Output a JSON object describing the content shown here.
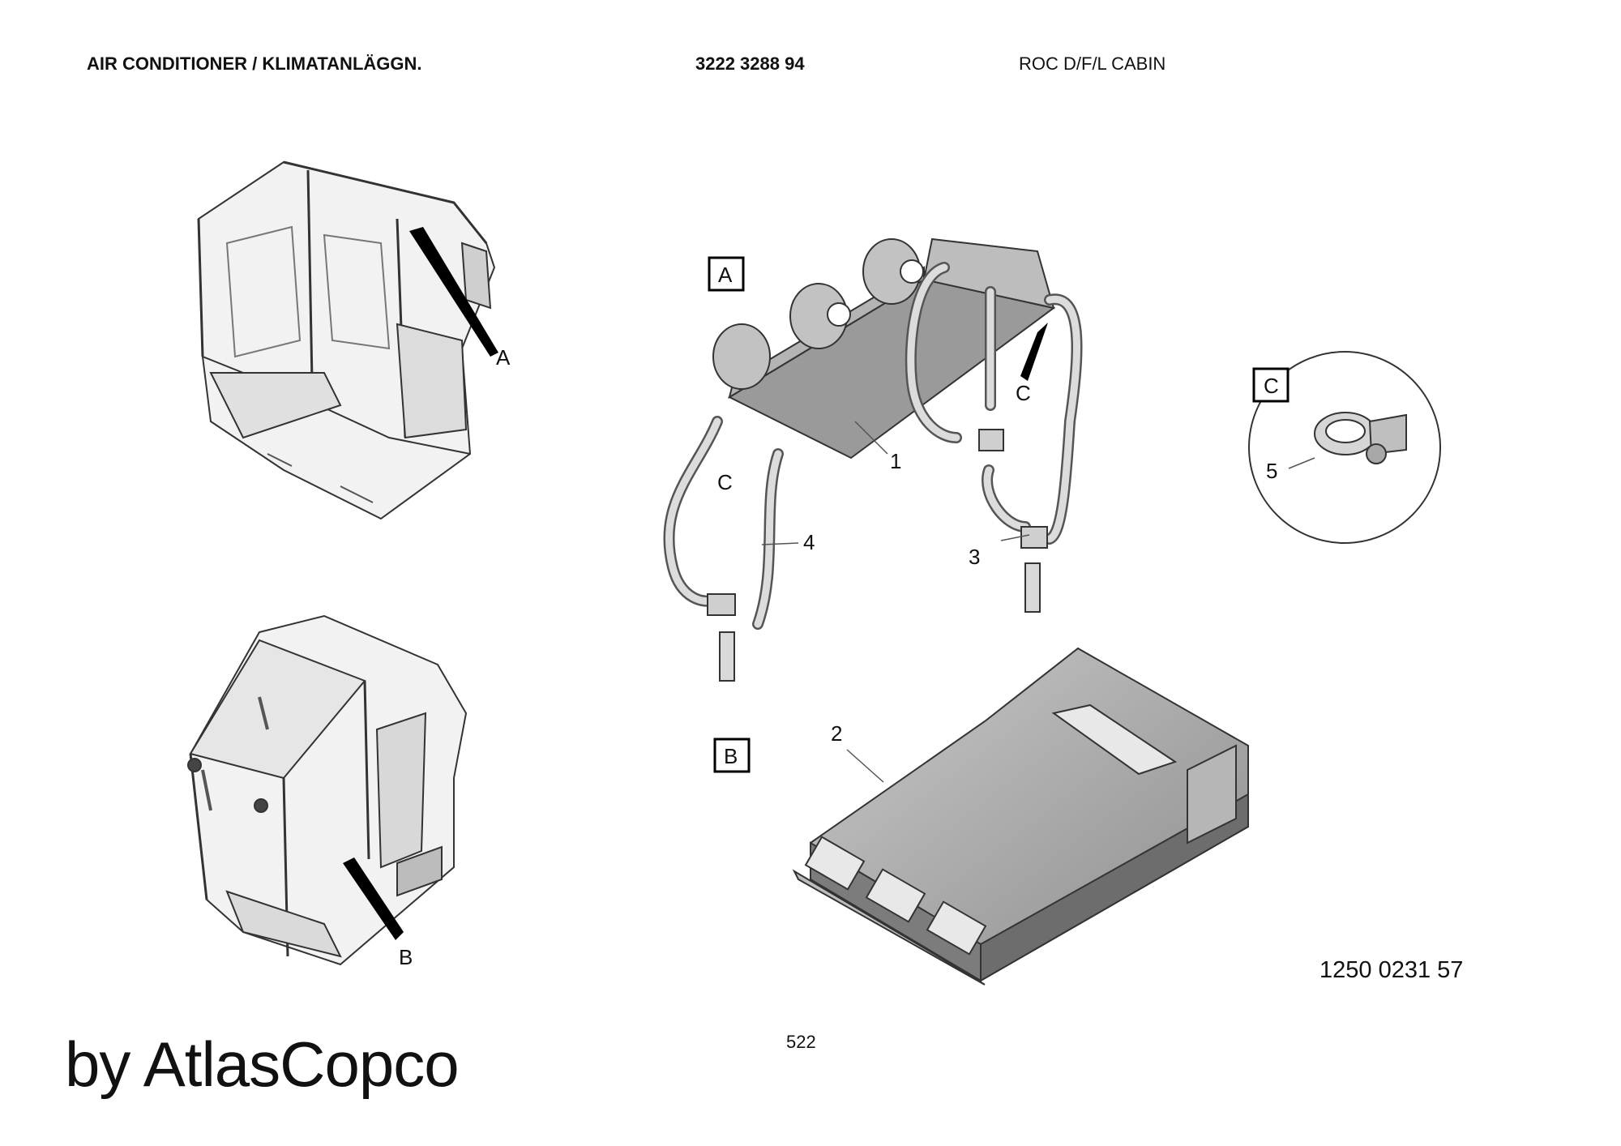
{
  "header": {
    "title": "AIR CONDITIONER / KLIMATANLÄGGN.",
    "part_number": "3222 3288 94",
    "model": "ROC D/F/L CABIN"
  },
  "views": {
    "a": "A",
    "b": "B",
    "c": "C"
  },
  "callouts": {
    "c_hose_left": "C",
    "c_hose_right": "C",
    "item_1": "1",
    "item_2": "2",
    "item_3": "3",
    "item_4": "4",
    "item_5": "5"
  },
  "drawing_number": "1250 0231 57",
  "page_number": "522",
  "brand": "by AtlasCopco"
}
